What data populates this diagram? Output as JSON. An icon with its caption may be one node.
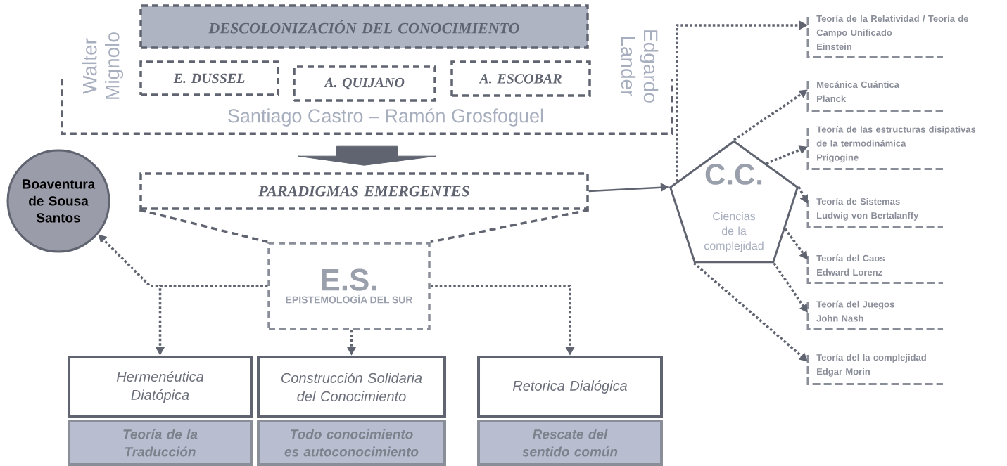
{
  "diagram": {
    "nodes": [
      {
        "text": [
          "Walter Mignolo",
          "Edgardo Lander",
          "Santiago Castro – Ramón Grosfoguel"
        ]
      },
      {
        "text": [
          "DESCOLONIZACIÓN DEL CONOCIMIENTO"
        ]
      },
      {
        "text": [
          "E. DUSSEL"
        ],
        "in": 0
      },
      {
        "text": [
          "A. QUIJANO"
        ],
        "in": 0
      },
      {
        "text": [
          "A. ESCOBAR"
        ],
        "in": 0
      },
      {
        "text": [
          "PARADIGMAS EMERGENTES"
        ]
      },
      {
        "text": [
          "Boaventura de Sousa Santos"
        ]
      },
      {
        "text": [
          "E.S.",
          "EPISTEMOLOGÍA DEL SUR"
        ]
      },
      {
        "text": [
          "Hermenéutica Diatópica"
        ]
      },
      {
        "text": [
          "Construcción Solidaria del Conocimiento"
        ]
      },
      {
        "text": [
          "Retorica Dialógica"
        ]
      },
      {
        "text": [
          "Teoría de la Traducción"
        ]
      },
      {
        "text": [
          "Todo conocimiento es autoconocimiento"
        ]
      },
      {
        "text": [
          "Rescate del sentido común"
        ]
      },
      {
        "text": [
          "C.C.",
          "Ciencias de la complejidad"
        ]
      },
      {
        "text": [
          "Teoría de la Relatividad / Teoría de Campo Unificado",
          "Einstein"
        ]
      },
      {
        "text": [
          "Mecánica Cuántica",
          "Planck"
        ]
      },
      {
        "text": [
          "Teoría de las estructuras disipativas de la termodinámica",
          "Prigogine"
        ]
      },
      {
        "text": [
          "Teoría de Sistemas",
          "Ludwig von Bertalanffy"
        ]
      },
      {
        "text": [
          "Teoría del Caos",
          "Edward Lorenz"
        ]
      },
      {
        "text": [
          "Teoría del Juegos",
          "John Nash"
        ]
      },
      {
        "text": [
          "Teoría del la complejidad",
          "Edgar Morin"
        ]
      }
    ],
    "edges": [
      {
        "from": 0,
        "to": 5,
        "arrow": "to",
        "style": "thick"
      },
      {
        "from": 5,
        "to": 7,
        "arrow": "none",
        "style": "dashed"
      },
      {
        "from": 5,
        "to": 14,
        "arrow": "to"
      },
      {
        "from": 7,
        "to": 6,
        "arrow": "to",
        "style": "dashed"
      },
      {
        "from": 7,
        "to": 8,
        "arrow": "to",
        "style": "dashed"
      },
      {
        "from": 7,
        "to": 9,
        "arrow": "to",
        "style": "dashed"
      },
      {
        "from": 7,
        "to": 10,
        "arrow": "to",
        "style": "dashed"
      },
      {
        "from": 14,
        "to": 15,
        "arrow": "to",
        "style": "dashed"
      },
      {
        "from": 14,
        "to": 16,
        "arrow": "to",
        "style": "dashed"
      },
      {
        "from": 14,
        "to": 17,
        "arrow": "to",
        "style": "dashed"
      },
      {
        "from": 14,
        "to": 18,
        "arrow": "to",
        "style": "dashed"
      },
      {
        "from": 14,
        "to": 19,
        "arrow": "to",
        "style": "dashed"
      },
      {
        "from": 14,
        "to": 20,
        "arrow": "to",
        "style": "dashed"
      },
      {
        "from": 14,
        "to": 21,
        "arrow": "to",
        "style": "dashed"
      }
    ]
  }
}
